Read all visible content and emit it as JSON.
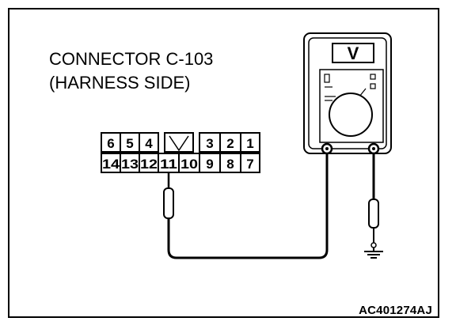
{
  "title_line1": "CONNECTOR C-103",
  "title_line2": "(HARNESS SIDE)",
  "reference_code": "AC401274AJ",
  "meter_display": "V",
  "connector": {
    "top_row": [
      "6",
      "5",
      "4",
      "",
      "3",
      "2",
      "1"
    ],
    "bottom_row": [
      "14",
      "13",
      "12",
      "11",
      "10",
      "9",
      "8",
      "7"
    ],
    "probed_pin": "11"
  },
  "icons": [
    "voltmeter-icon",
    "ground-icon",
    "probe-icon"
  ]
}
